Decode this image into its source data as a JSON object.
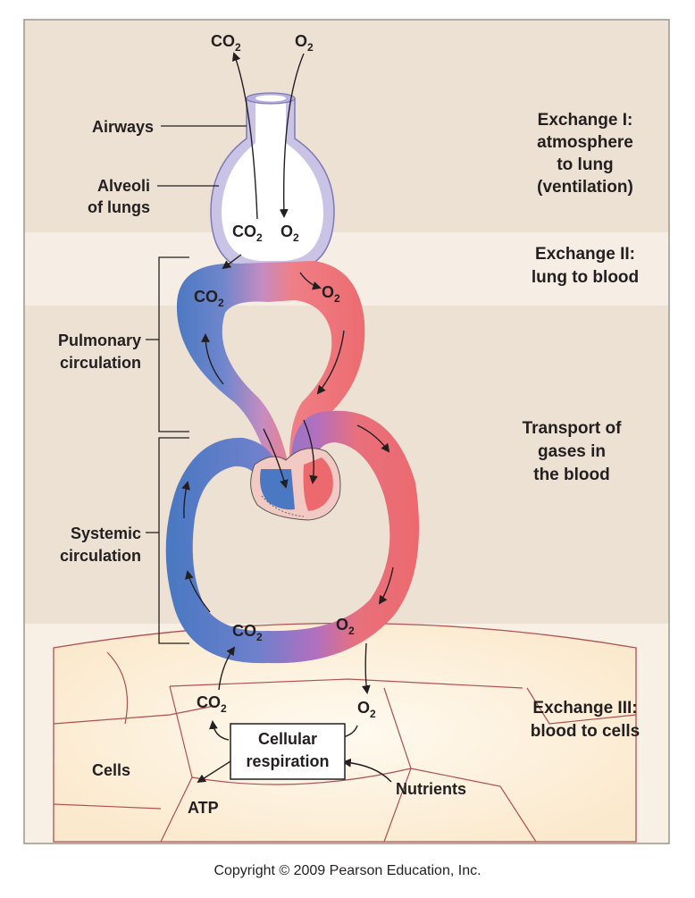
{
  "labels": {
    "airways": "Airways",
    "alveoli_1": "Alveoli",
    "alveoli_2": "of lungs",
    "pulmonary_1": "Pulmonary",
    "pulmonary_2": "circulation",
    "systemic_1": "Systemic",
    "systemic_2": "circulation",
    "cells": "Cells",
    "cellular_1": "Cellular",
    "cellular_2": "respiration",
    "nutrients": "Nutrients",
    "atp": "ATP"
  },
  "stages": {
    "exchange1": [
      "Exchange I:",
      "atmosphere",
      "to lung",
      "(ventilation)"
    ],
    "exchange2": [
      "Exchange II:",
      "lung to blood"
    ],
    "transport": [
      "Transport of",
      "gases in",
      "the blood"
    ],
    "exchange3": [
      "Exchange III:",
      "blood to cells"
    ]
  },
  "gas": {
    "co2": "CO",
    "o2": "O",
    "sub": "2"
  },
  "copyright": "Copyright © 2009 Pearson Education, Inc."
}
